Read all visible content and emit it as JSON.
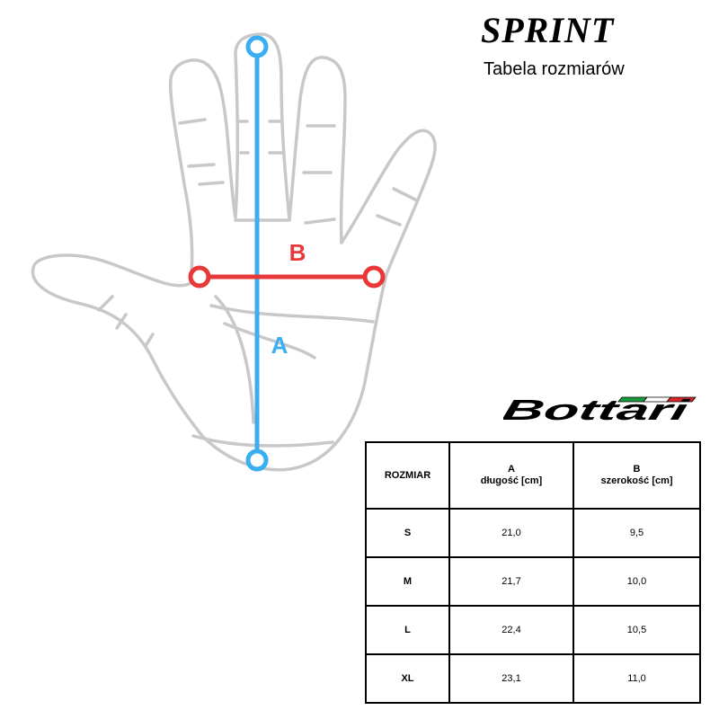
{
  "title": "SPRINT",
  "subtitle": "Tabela rozmiarów",
  "brand": {
    "name": "Bottari",
    "stripe_colors": [
      "#1a9b3c",
      "#ffffff",
      "#d8262c"
    ]
  },
  "diagram": {
    "label_a": "A",
    "label_b": "B",
    "color_a": "#3aaef0",
    "color_b": "#e8393a",
    "hand_outline_color": "#c8c8c8"
  },
  "table": {
    "headers": [
      {
        "line1": "ROZMIAR",
        "line2": ""
      },
      {
        "line1": "A",
        "line2": "długość [cm]"
      },
      {
        "line1": "B",
        "line2": "szerokość [cm]"
      }
    ],
    "rows": [
      {
        "size": "S",
        "a": "21,0",
        "b": "9,5"
      },
      {
        "size": "M",
        "a": "21,7",
        "b": "10,0"
      },
      {
        "size": "L",
        "a": "22,4",
        "b": "10,5"
      },
      {
        "size": "XL",
        "a": "23,1",
        "b": "11,0"
      }
    ]
  }
}
